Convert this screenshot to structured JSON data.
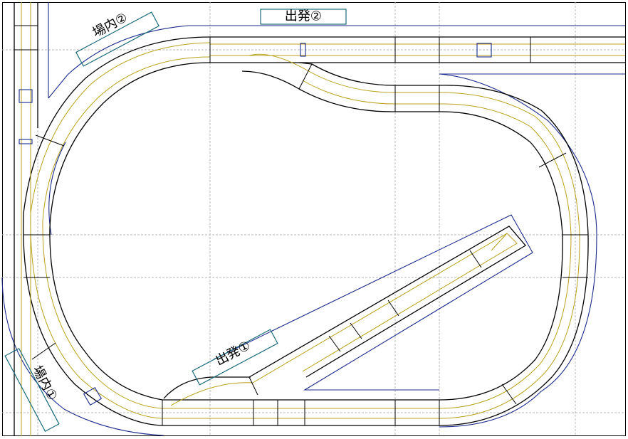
{
  "labels": {
    "depart_2": "出発②",
    "yard_2": "場内②",
    "depart_1": "出発①",
    "yard_1": "場内①"
  },
  "colors": {
    "outline": "#1a2a8c",
    "track": "#000000",
    "rail": "#b8a21a",
    "label_box": "#1b6b7a",
    "grid": "#b9b9b9"
  }
}
